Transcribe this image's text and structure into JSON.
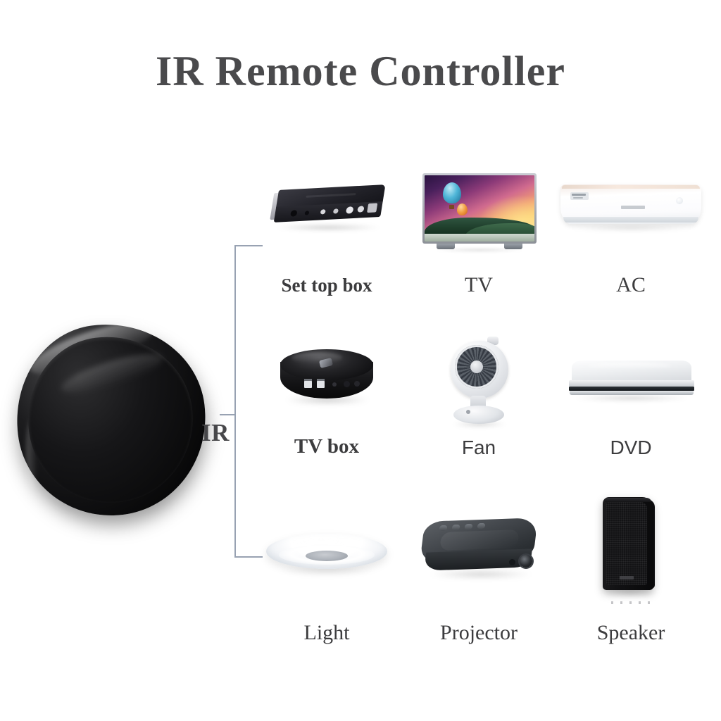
{
  "page": {
    "title": "IR Remote Controller",
    "background_color": "#ffffff",
    "title_color": "#4a4a4c"
  },
  "hub": {
    "name": "IR Remote Controller hub",
    "color": "#0a0a0b",
    "connection_label": "IR",
    "bracket_color": "#98a2b2"
  },
  "devices": [
    [
      {
        "label": "Set top box",
        "icon": "set-top-box-icon",
        "label_style": "serif"
      },
      {
        "label": "TV",
        "icon": "television-icon",
        "label_style": "serif"
      },
      {
        "label": "AC",
        "icon": "air-conditioner-icon",
        "label_style": "serif"
      }
    ],
    [
      {
        "label": "TV box",
        "icon": "tv-box-icon",
        "label_style": "serif"
      },
      {
        "label": "Fan",
        "icon": "fan-icon",
        "label_style": "sans"
      },
      {
        "label": "DVD",
        "icon": "dvd-player-icon",
        "label_style": "sans"
      }
    ],
    [
      {
        "label": "Light",
        "icon": "ceiling-light-icon",
        "label_style": "serif"
      },
      {
        "label": "Projector",
        "icon": "projector-icon",
        "label_style": "serif"
      },
      {
        "label": "Speaker",
        "icon": "speaker-icon",
        "label_style": "serif"
      }
    ]
  ]
}
